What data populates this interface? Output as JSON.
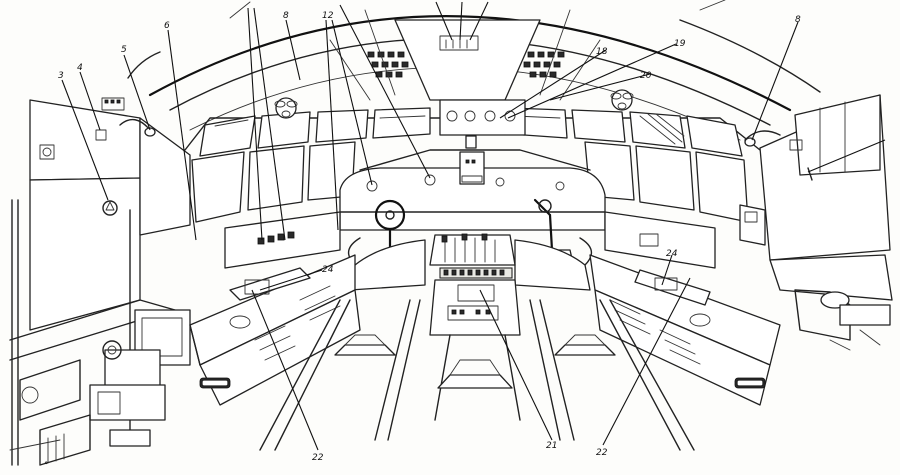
{
  "callouts": [
    {
      "id": "c1",
      "label": "3"
    },
    {
      "id": "c2",
      "label": "4"
    },
    {
      "id": "c3",
      "label": "5"
    },
    {
      "id": "c4",
      "label": "6"
    },
    {
      "id": "c5",
      "label": "8"
    },
    {
      "id": "c6",
      "label": "12"
    },
    {
      "id": "c7",
      "label": "18"
    },
    {
      "id": "c8",
      "label": "19"
    },
    {
      "id": "c9",
      "label": "20"
    },
    {
      "id": "c10",
      "label": "8"
    },
    {
      "id": "c11",
      "label": "24"
    },
    {
      "id": "c12",
      "label": "24"
    },
    {
      "id": "c13",
      "label": "22"
    },
    {
      "id": "c14",
      "label": "21"
    },
    {
      "id": "c15",
      "label": "22"
    }
  ]
}
